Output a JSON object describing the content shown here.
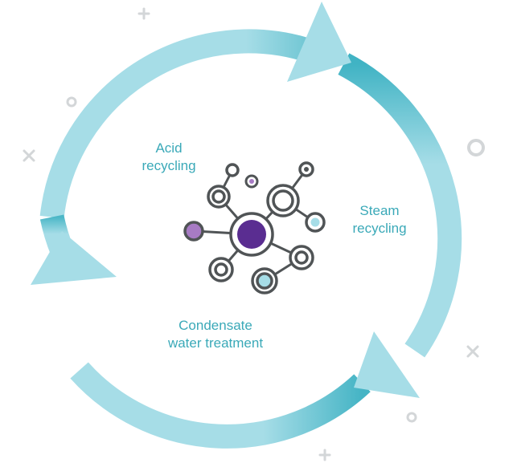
{
  "labels": {
    "acid": {
      "line1": "Acid",
      "line2": "recycling"
    },
    "steam": {
      "line1": "Steam",
      "line2": "recycling"
    },
    "condensate": {
      "line1": "Condensate",
      "line2": "water treatment"
    }
  },
  "colors": {
    "cycle_light": "#a6dde7",
    "cycle_dark": "#45b4c5",
    "label_text": "#3aa9b8",
    "node_ring": "#505456",
    "node_core_purple": "#5a2d91",
    "node_accent_violet": "#a77bc4",
    "node_accent_teal": "#a6dde7",
    "decor_gray": "#d3d6d8"
  },
  "icons": [
    "molecule-network-icon",
    "cycle-arrow-icon",
    "plus-icon",
    "cross-icon",
    "ring-icon"
  ]
}
